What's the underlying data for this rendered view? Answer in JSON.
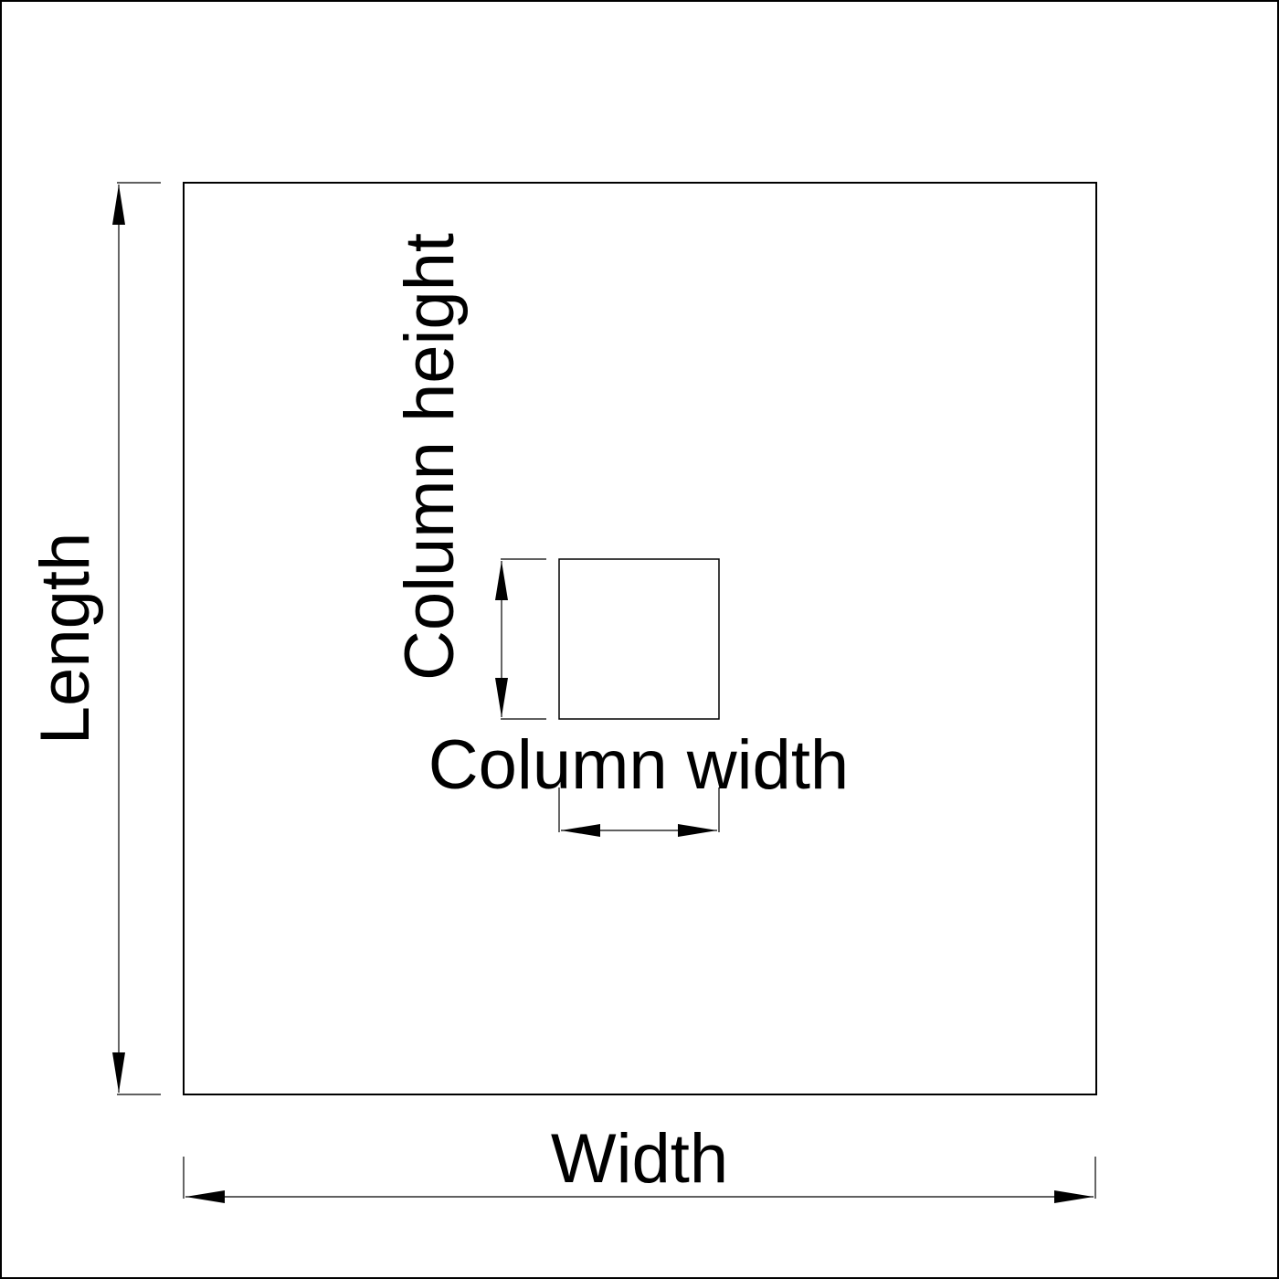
{
  "labels": {
    "length": "Length",
    "width": "Width",
    "column_height": "Column height",
    "column_width": "Column width"
  },
  "colors": {
    "line": "#000000",
    "background": "#ffffff"
  }
}
